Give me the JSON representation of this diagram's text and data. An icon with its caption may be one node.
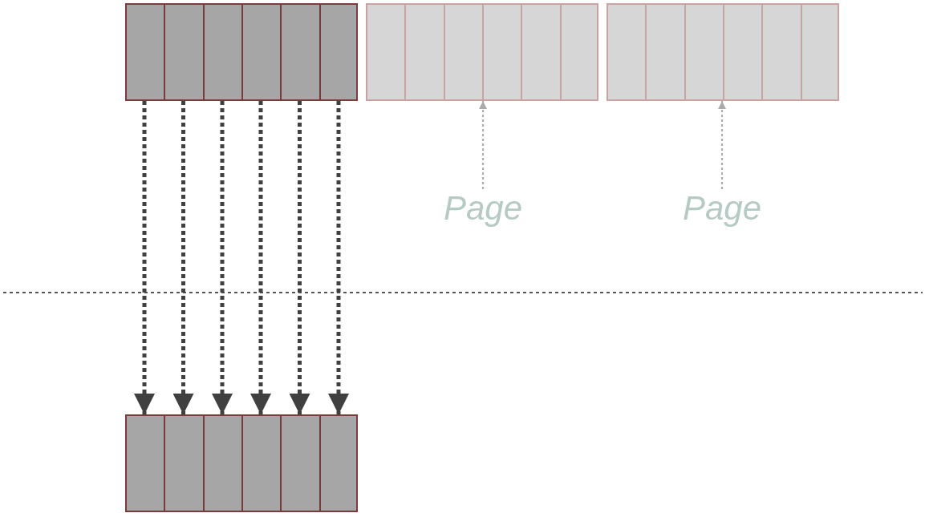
{
  "diagram": {
    "nodes": [
      {
        "text": [],
        "shape": "box"
      },
      {
        "text": [],
        "shape": "box",
        "in": 0
      },
      {
        "text": [],
        "shape": "box",
        "in": 0
      },
      {
        "text": [],
        "shape": "box",
        "in": 0
      },
      {
        "text": [],
        "shape": "box",
        "in": 0
      },
      {
        "text": [],
        "shape": "box",
        "in": 0
      },
      {
        "text": [],
        "shape": "box",
        "in": 0
      },
      {
        "text": [],
        "shape": "box"
      },
      {
        "text": [],
        "shape": "box",
        "in": 7
      },
      {
        "text": [],
        "shape": "box",
        "in": 7
      },
      {
        "text": [],
        "shape": "box",
        "in": 7
      },
      {
        "text": [],
        "shape": "box",
        "in": 7
      },
      {
        "text": [],
        "shape": "box",
        "in": 7
      },
      {
        "text": [],
        "shape": "box",
        "in": 7
      },
      {
        "text": [],
        "shape": "box"
      },
      {
        "text": [],
        "shape": "box",
        "in": 14
      },
      {
        "text": [],
        "shape": "box",
        "in": 14
      },
      {
        "text": [],
        "shape": "box",
        "in": 14
      },
      {
        "text": [],
        "shape": "box",
        "in": 14
      },
      {
        "text": [],
        "shape": "box",
        "in": 14
      },
      {
        "text": [],
        "shape": "box",
        "in": 14
      },
      {
        "text": [],
        "shape": "box"
      },
      {
        "text": [],
        "shape": "box",
        "in": 21
      },
      {
        "text": [],
        "shape": "box",
        "in": 21
      },
      {
        "text": [],
        "shape": "box",
        "in": 21
      },
      {
        "text": [],
        "shape": "box",
        "in": 21
      },
      {
        "text": [],
        "shape": "box",
        "in": 21
      },
      {
        "text": [],
        "shape": "box",
        "in": 21
      },
      {
        "text": [
          "Page"
        ]
      },
      {
        "text": [
          "Page"
        ]
      }
    ],
    "edges": [
      {
        "from": 1,
        "to": 22,
        "arrow": "to",
        "style": "dashed"
      },
      {
        "from": 2,
        "to": 23,
        "arrow": "to",
        "style": "dashed"
      },
      {
        "from": 3,
        "to": 24,
        "arrow": "to",
        "style": "dashed"
      },
      {
        "from": 4,
        "to": 25,
        "arrow": "to",
        "style": "dashed"
      },
      {
        "from": 5,
        "to": 26,
        "arrow": "to",
        "style": "dashed"
      },
      {
        "from": 6,
        "to": 27,
        "arrow": "to",
        "style": "dashed"
      },
      {
        "from": 28,
        "to": 7,
        "arrow": "to",
        "style": "dashed",
        "color": "#aaaaaa"
      },
      {
        "from": 29,
        "to": 14,
        "arrow": "to",
        "style": "dashed",
        "color": "#aaaaaa"
      }
    ]
  }
}
